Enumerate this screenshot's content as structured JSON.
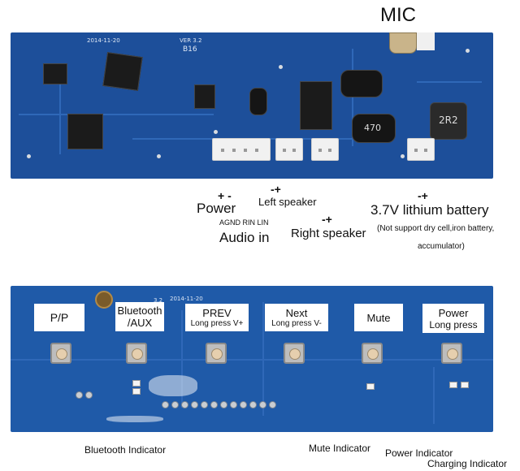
{
  "top_labels": {
    "mic": "MIC",
    "power_polarity": "+ -",
    "power": "Power",
    "left_speaker_polarity": "-+",
    "left_speaker": "Left speaker",
    "audio_pins": "AGND RIN LIN",
    "audio_in": "Audio in",
    "right_speaker_polarity": "-+",
    "right_speaker": "Right speaker",
    "battery_polarity": "-+",
    "battery": "3.7V lithium battery",
    "battery_note_1": "(Not support dry cell,iron battery,",
    "battery_note_2": "accumulator)"
  },
  "silkscreen": {
    "date_top": "2014-11-20",
    "version_top": "VER 3.2",
    "model_top": "B16",
    "date_bottom": "2014-11-20",
    "version_bottom": "3.2",
    "inductor": "2R2",
    "cap": "470"
  },
  "buttons": [
    {
      "line1": "P/P",
      "line2": ""
    },
    {
      "line1": "Bluetooth",
      "line2": "/AUX"
    },
    {
      "line1": "PREV",
      "line2": "Long press V+"
    },
    {
      "line1": "Next",
      "line2": "Long press V-"
    },
    {
      "line1": "Mute",
      "line2": ""
    },
    {
      "line1": "Power",
      "line2": "Long press"
    }
  ],
  "bottom_labels": {
    "bluetooth_indicator": "Bluetooth Indicator",
    "mute_indicator": "Mute Indicator",
    "power_indicator": "Power Indicator",
    "charging_indicator": "Charging Indicator"
  },
  "colors": {
    "pcb": "#1d4f9a",
    "trace": "#2f68b8",
    "connector": "#f1f1f1"
  }
}
